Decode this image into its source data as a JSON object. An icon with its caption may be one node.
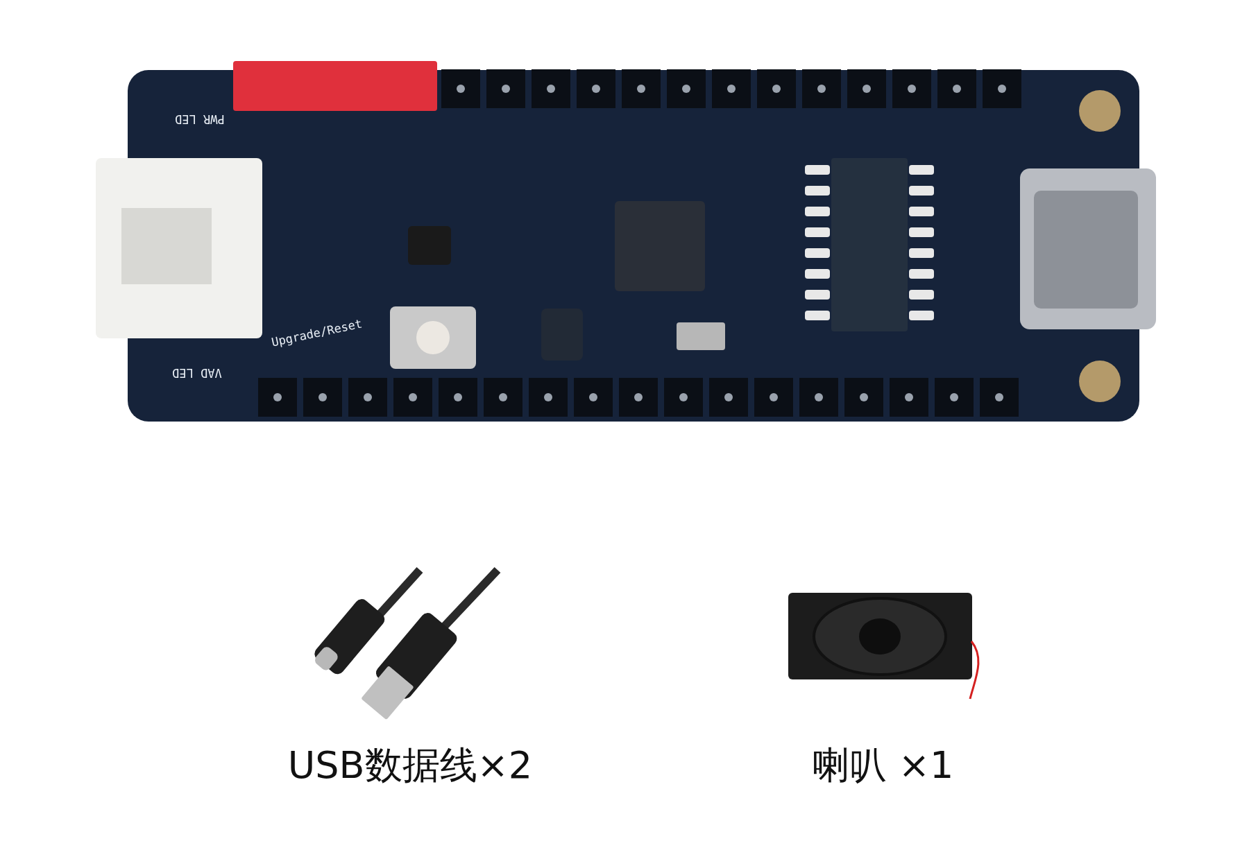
{
  "diagram": {
    "labels": [
      "PWR LED",
      "Upgrade/Reset",
      "VAD LED",
      "USB数据线×2",
      "喇叭 ×1"
    ]
  }
}
